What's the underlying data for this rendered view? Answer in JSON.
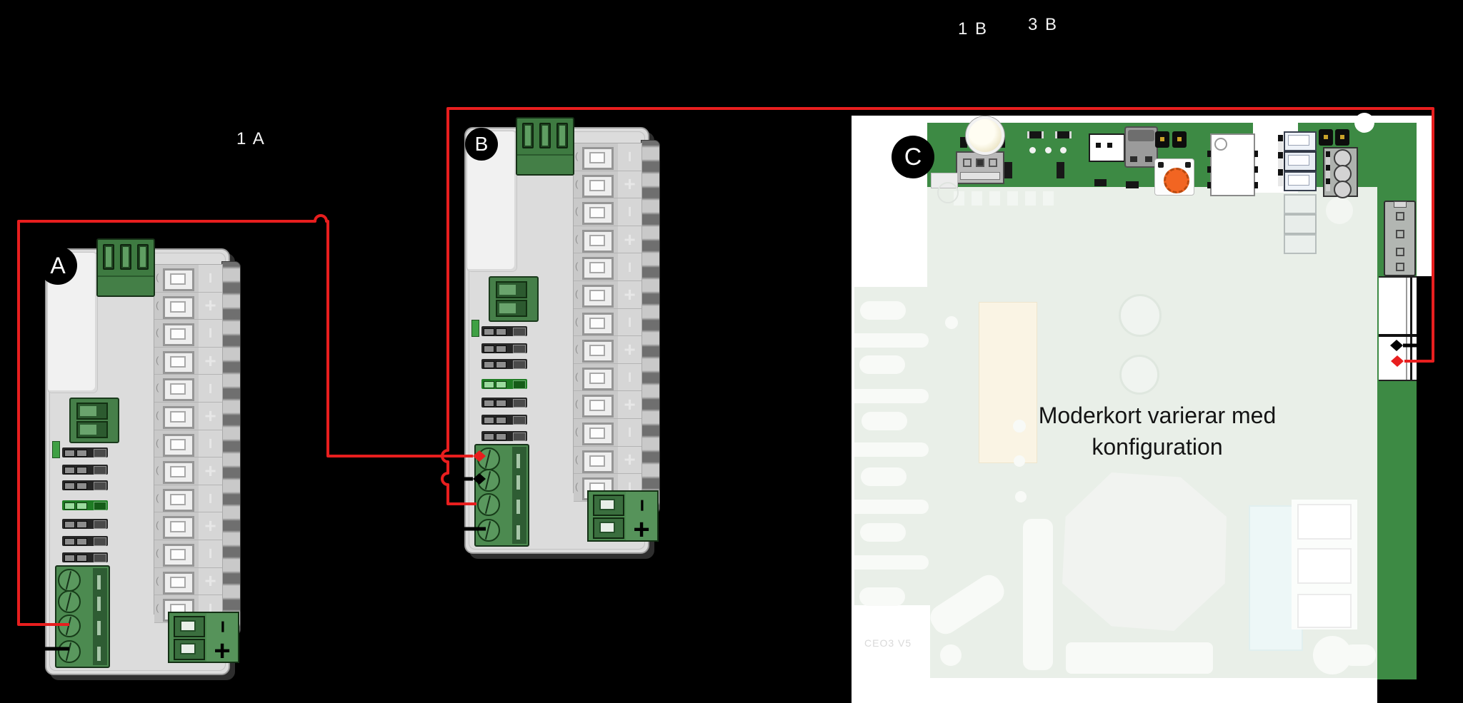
{
  "wire_labels": {
    "a1": "1 A",
    "b1": "1 B",
    "b3": "3 B"
  },
  "modules": {
    "a": {
      "label": "A"
    },
    "b": {
      "label": "B"
    },
    "c": {
      "label": "C",
      "note_line1": "Moderkort varierar med",
      "note_line2": "konfiguration",
      "board_code": "CEO3 V5"
    }
  },
  "terminals": {
    "minus": "−",
    "plus": "+"
  },
  "colors": {
    "wire_red": "#e81e1e",
    "wire_black": "#000000",
    "pcb_green": "#3d8a44",
    "connector_green": "#467f49",
    "module_gray": "#dcdcdc"
  }
}
